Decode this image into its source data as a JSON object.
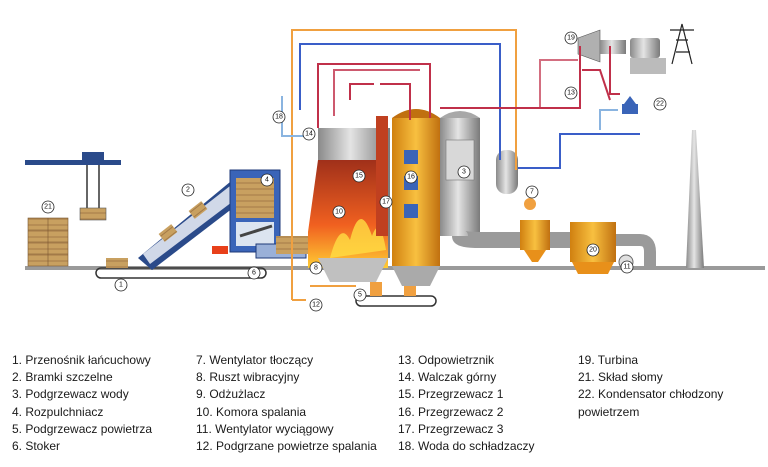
{
  "diagram": {
    "labels": [
      "1",
      "2",
      "3",
      "4",
      "5",
      "6",
      "7",
      "8",
      "10",
      "11",
      "12",
      "13",
      "14",
      "15",
      "16",
      "17",
      "18",
      "19",
      "20",
      "21",
      "22"
    ]
  },
  "legend": {
    "col1": [
      "1. Przenośnik łańcuchowy",
      "2. Bramki szczelne",
      "3. Podgrzewacz wody",
      "4. Rozpulchniacz",
      "5. Podgrzewacz powietrza",
      "6. Stoker"
    ],
    "col2": [
      "7. Wentylator tłoczący",
      "8. Ruszt wibracyjny",
      "9. Odżużlacz",
      "10. Komora spalania",
      "11. Wentylator wyciągowy",
      "12. Podgrzane powietrze spalania"
    ],
    "col3": [
      "13. Odpowietrznik",
      "14. Walczak górny",
      "15. Przegrzewacz 1",
      "16. Przegrzewacz 2",
      "17. Przegrzewacz 3",
      "18. Woda do schładzaczy"
    ],
    "col4": [
      "19. Turbina",
      "21. Skład słomy",
      "22. Kondensator chłodzony powietrzem"
    ]
  },
  "colors": {
    "steam_pipe": "#c0304a",
    "water_pipe": "#3a5ec8",
    "air_pipe": "#f0a040",
    "light_pipe": "#8ab4e0",
    "flame": "#e8401a",
    "boiler_steel": "#b8b8b8",
    "hopper_blue": "#3a64b8",
    "straw": "#c8a060"
  }
}
